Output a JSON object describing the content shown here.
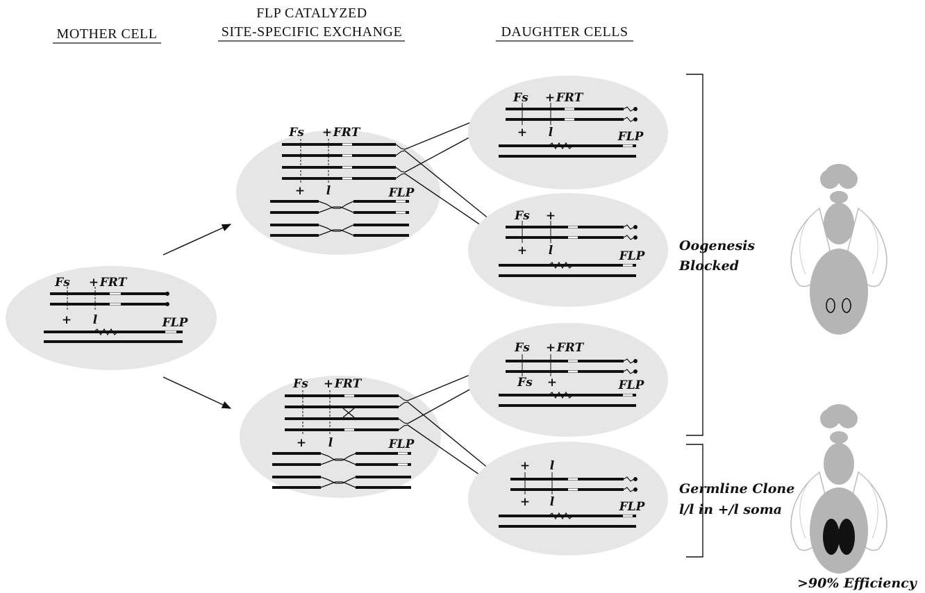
{
  "headers": {
    "mother": "MOTHER CELL",
    "flp_line1": "FLP CATALYZED",
    "flp_line2": "SITE-SPECIFIC EXCHANGE",
    "daughter": "DAUGHTER CELLS"
  },
  "labels": {
    "fs": "Fs",
    "plus": "+",
    "frt": "FRT",
    "one": "l",
    "flp": "FLP"
  },
  "outcomes": {
    "blocked_line1": "Oogenesis",
    "blocked_line2": "Blocked",
    "clone_line1": "Germline Clone",
    "clone_line2": "l/l in +/l soma",
    "efficiency": ">90% Efficiency"
  },
  "colors": {
    "cell": "#e6e6e6",
    "fly_body": "#b5b5b5",
    "ovary_dark": "#111111"
  }
}
